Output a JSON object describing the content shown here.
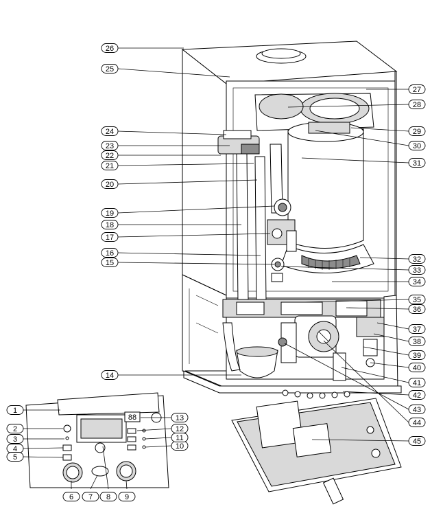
{
  "callouts": [
    {
      "n": "1",
      "label": "1"
    },
    {
      "n": "2",
      "label": "2"
    },
    {
      "n": "3",
      "label": "3"
    },
    {
      "n": "4",
      "label": "4"
    },
    {
      "n": "5",
      "label": "5"
    },
    {
      "n": "6",
      "label": "6"
    },
    {
      "n": "7",
      "label": "7"
    },
    {
      "n": "8",
      "label": "8"
    },
    {
      "n": "9",
      "label": "9"
    },
    {
      "n": "10",
      "label": "10"
    },
    {
      "n": "11",
      "label": "11"
    },
    {
      "n": "12",
      "label": "12"
    },
    {
      "n": "13",
      "label": "13"
    },
    {
      "n": "14",
      "label": "14"
    },
    {
      "n": "15",
      "label": "15"
    },
    {
      "n": "16",
      "label": "16"
    },
    {
      "n": "17",
      "label": "17"
    },
    {
      "n": "18",
      "label": "18"
    },
    {
      "n": "19",
      "label": "19"
    },
    {
      "n": "20",
      "label": "20"
    },
    {
      "n": "21",
      "label": "21"
    },
    {
      "n": "22",
      "label": "22"
    },
    {
      "n": "23",
      "label": "23"
    },
    {
      "n": "24",
      "label": "24"
    },
    {
      "n": "25",
      "label": "25"
    },
    {
      "n": "26",
      "label": "26"
    },
    {
      "n": "27",
      "label": "27"
    },
    {
      "n": "28",
      "label": "28"
    },
    {
      "n": "29",
      "label": "29"
    },
    {
      "n": "30",
      "label": "30"
    },
    {
      "n": "31",
      "label": "31"
    },
    {
      "n": "32",
      "label": "32"
    },
    {
      "n": "33",
      "label": "33"
    },
    {
      "n": "34",
      "label": "34"
    },
    {
      "n": "35",
      "label": "35"
    },
    {
      "n": "36",
      "label": "36"
    },
    {
      "n": "37",
      "label": "37"
    },
    {
      "n": "38",
      "label": "38"
    },
    {
      "n": "39",
      "label": "39"
    },
    {
      "n": "40",
      "label": "40"
    },
    {
      "n": "41",
      "label": "41"
    },
    {
      "n": "42",
      "label": "42"
    },
    {
      "n": "43",
      "label": "43"
    },
    {
      "n": "44",
      "label": "44"
    },
    {
      "n": "45",
      "label": "45"
    }
  ],
  "display": {
    "digits": "88"
  }
}
